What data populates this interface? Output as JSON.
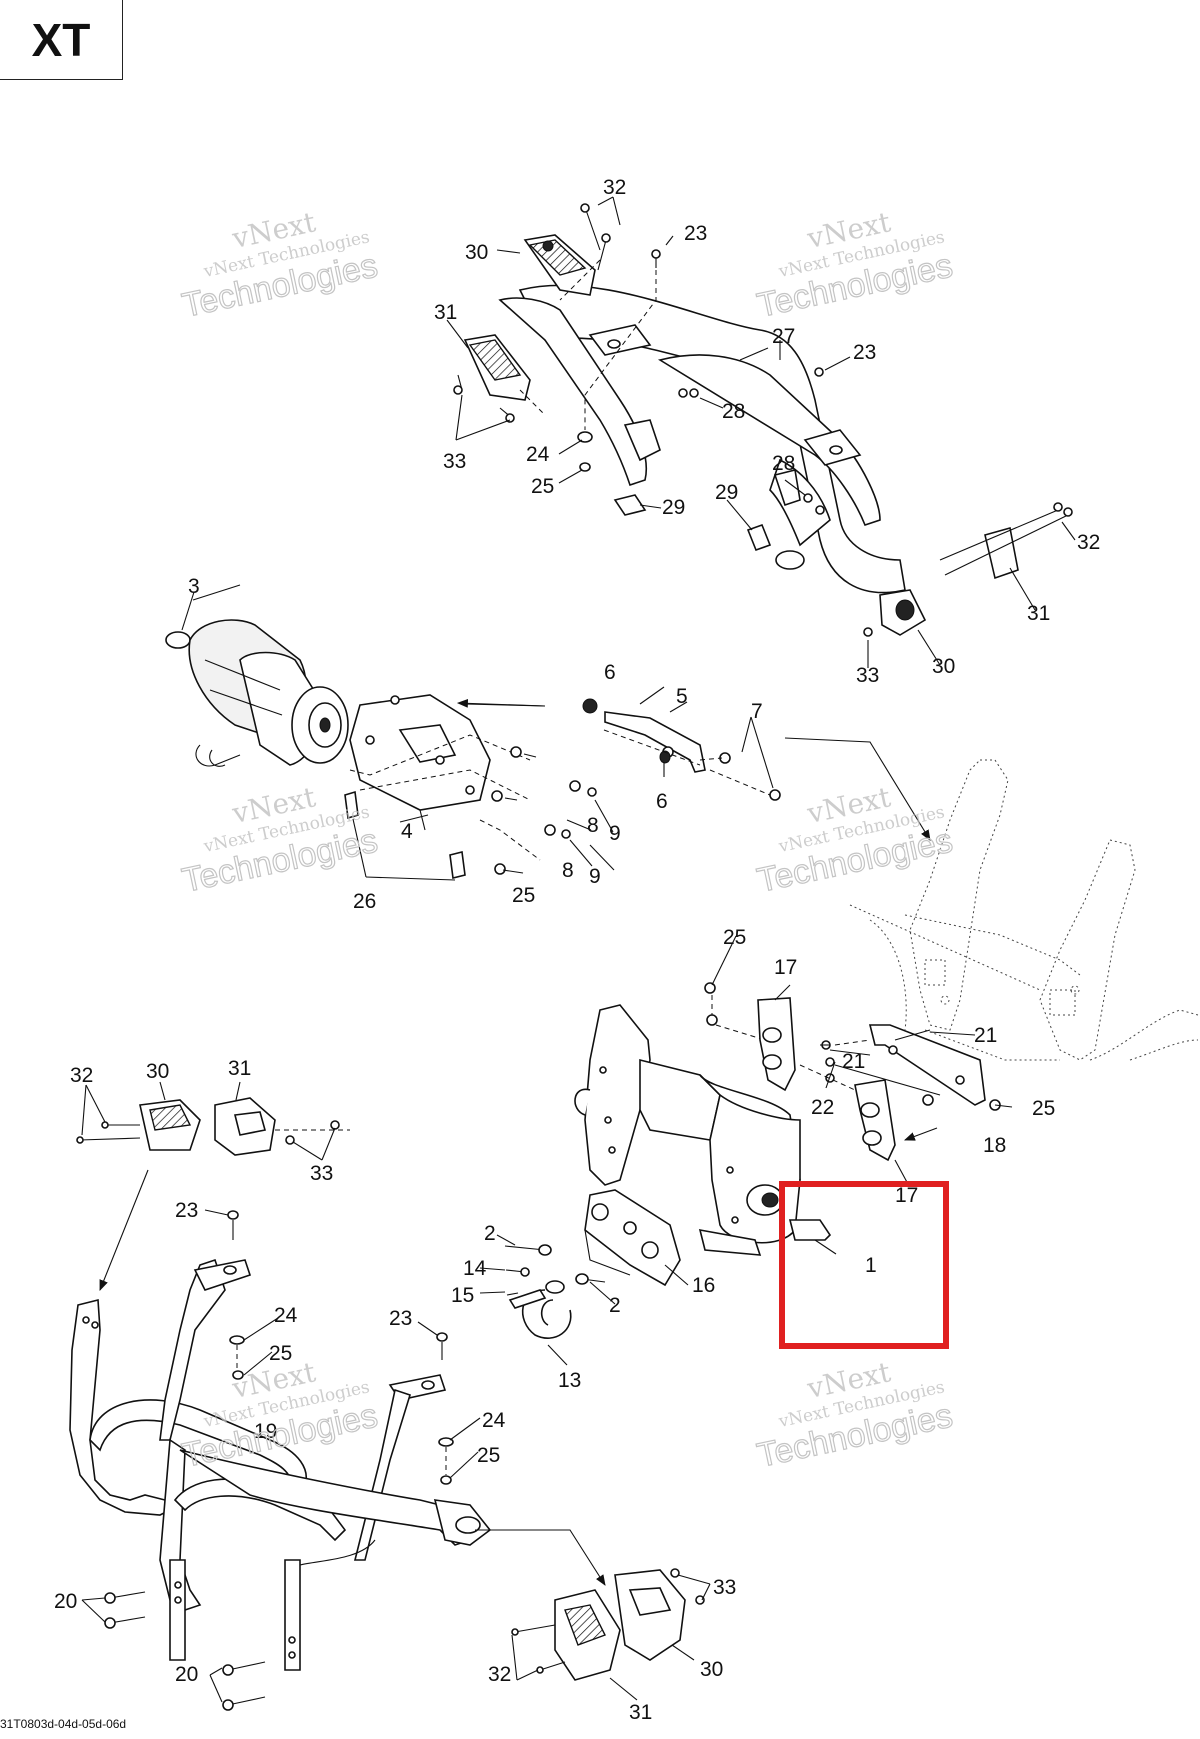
{
  "model_badge": "XT",
  "diagram_code": "31T0803d-04d-05d-06d",
  "highlight_color": "#e02020",
  "watermark": {
    "line1": "vNext",
    "line2": "vNext Technologies",
    "line3": "Technologies"
  },
  "callouts": {
    "c1": "1",
    "c2a": "2",
    "c2b": "2",
    "c3": "3",
    "c4": "4",
    "c5": "5",
    "c6a": "6",
    "c6b": "6",
    "c7": "7",
    "c8a": "8",
    "c8b": "8",
    "c9a": "9",
    "c9b": "9",
    "c13": "13",
    "c14": "14",
    "c15": "15",
    "c16": "16",
    "c17a": "17",
    "c17b": "17",
    "c18": "18",
    "c19": "19",
    "c20a": "20",
    "c20b": "20",
    "c21a": "21",
    "c21b": "21",
    "c22": "22",
    "c23a": "23",
    "c23b": "23",
    "c23c": "23",
    "c23d": "23",
    "c24a": "24",
    "c24b": "24",
    "c24c": "24",
    "c25a": "25",
    "c25b": "25",
    "c25c": "25",
    "c25d": "25",
    "c25e": "25",
    "c25f": "25",
    "c26": "26",
    "c27": "27",
    "c28a": "28",
    "c28b": "28",
    "c29a": "29",
    "c29b": "29",
    "c30a": "30",
    "c30b": "30",
    "c30c": "30",
    "c30d": "30",
    "c31a": "31",
    "c31b": "31",
    "c31c": "31",
    "c31d": "31",
    "c32a": "32",
    "c32b": "32",
    "c32c": "32",
    "c32d": "32",
    "c33a": "33",
    "c33b": "33",
    "c33c": "33",
    "c33d": "33"
  }
}
